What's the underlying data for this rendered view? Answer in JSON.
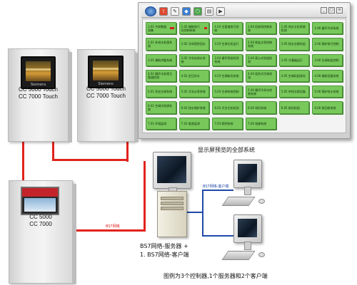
{
  "controllers": [
    {
      "line1": "CC 5000 Touch",
      "line2": "CC 7000 Touch",
      "brand": "Siemens"
    },
    {
      "line1": "CC 5000 Touch",
      "line2": "CC 7000 Touch",
      "brand": "Siemens"
    },
    {
      "line1": "CC 5000",
      "line2": "CC 7000"
    }
  ],
  "display": {
    "caption": "显示屏预览的全部系统",
    "toolbar_icons": [
      "logo-icon",
      "alert-icon",
      "edit-icon",
      "map-icon",
      "network-icon",
      "document-icon",
      "play-icon"
    ],
    "window_buttons": [
      "_",
      "□",
      "×"
    ],
    "tiles": [
      "1.01 中央数据采集",
      "1.02 辅助排污及控制系统",
      "1.03 主管道排污控制",
      "1.04 回收泵控制系统",
      "1.05 热水主机系统检测",
      "1.06 循环冷却系统",
      "2.01 补给水处理系统",
      "2.02 冷却塔供回水",
      "2.03 空调主机运行",
      "2.04 除盐水泵控制系统",
      "2.05 热水交换机组",
      "2.06 锅炉排污控制",
      "3.01 辅助供暖系统",
      "3.02 冷冻站排水系统",
      "3.03 循环泵组检测系统",
      "3.04 离心式机组检测",
      "3.05 冷凝器运行",
      "3.06 空调机组控制",
      "4.01 循环水处理主管道检测",
      "4.02 定压补水",
      "4.03 空调新风系统",
      "4.04 组合式空调机组",
      "4.05 空调机组排风",
      "4.06 辅助设备系统",
      "5.01 净化空调系统",
      "5.02 冷冻水泵系统",
      "5.03 空调系统控制",
      "5.04 循环冷却水控制系统",
      "5.05 供热交换设备",
      "5.06 锅炉给水系统",
      "6.01 空调冷热源系统",
      "6.02 热水锅炉系统",
      "6.03 冷冻主机检测",
      "6.04 排风系统",
      "6.05 新风机组",
      "6.06 热回收系统",
      "7.01 环境监测",
      "7.02 能源监测",
      "7.03 照明系统",
      "7.04 电梯系统",
      "",
      ""
    ]
  },
  "network": {
    "bs7_label": "BS7网络",
    "client_label": "BS7网络-客户端"
  },
  "server": {
    "label1": "BS7网络-服务器 +",
    "label2": "1. BS7网络-客户端"
  },
  "footer": "图例为3个控制器,1个服务器和2个客户端"
}
